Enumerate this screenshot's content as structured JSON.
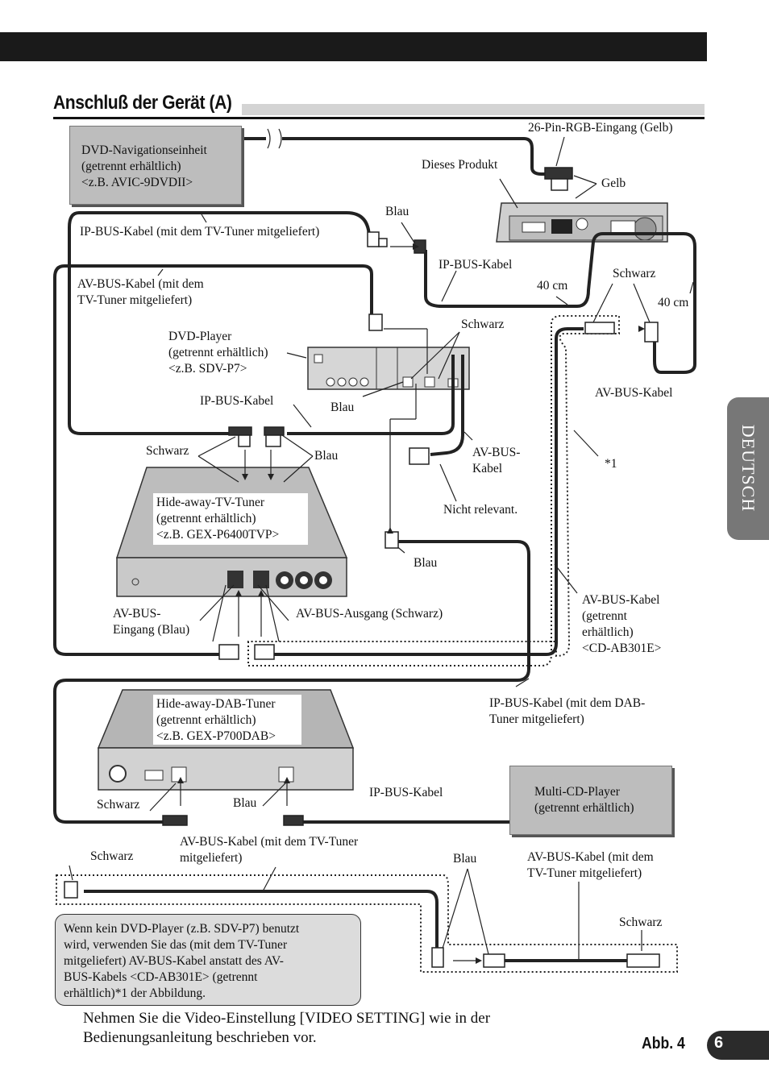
{
  "page": {
    "section_title": "Anschluß der Gerät (A)",
    "side_tab": "DEUTSCH",
    "page_number": "6",
    "figure_label": "Abb. 4",
    "instruction": "Nehmen Sie die Video-Einstellung [VIDEO SETTING] wie in der\nBedienungsanleitung beschrieben vor."
  },
  "boxes": {
    "dvd_nav": "DVD-Navigationseinheit\n(getrennt erhältlich)\n<z.B. AVIC-9DVDII>",
    "tv_tuner": "Hide-away-TV-Tuner\n(getrennt erhältlich)\n<z.B. GEX-P6400TVP>",
    "dab_tuner": "Hide-away-DAB-Tuner\n(getrennt erhältlich)\n<z.B. GEX-P700DAB>",
    "multi_cd": "Multi-CD-Player\n(getrennt erhältlich)",
    "note": "Wenn kein DVD-Player (z.B. SDV-P7) benutzt\nwird, verwenden Sie das (mit dem TV-Tuner\nmitgeliefert) AV-BUS-Kabel anstatt des AV-\nBUS-Kabels <CD-AB301E> (getrennt\nerhältlich)*1 der Abbildung."
  },
  "labels": {
    "rgb_input": "26-Pin-RGB-Eingang (Gelb)",
    "this_product": "Dieses Produkt",
    "yellow": "Gelb",
    "blue_top": "Blau",
    "ipbus_tv": "IP-BUS-Kabel (mit dem TV-Tuner mitgeliefert)",
    "ipbus_1": "IP-BUS-Kabel",
    "black_right": "Schwarz",
    "cm40_a": "40 cm",
    "cm40_b": "40 cm",
    "avbus_tv": "AV-BUS-Kabel (mit dem\nTV-Tuner mitgeliefert)",
    "black_dvd": "Schwarz",
    "dvd_player": "DVD-Player\n(getrennt erhältlich)\n<z.B. SDV-P7>",
    "avbus_right": "AV-BUS-Kabel",
    "ipbus_2": "IP-BUS-Kabel",
    "blue_dvd": "Blau",
    "black_tuner": "Schwarz",
    "blue_tuner": "Blau",
    "avbus_short": "AV-BUS-\nKabel",
    "star1": "*1",
    "not_relevant": "Nicht relevant.",
    "blue_mid": "Blau",
    "avbus_in": "AV-BUS-\nEingang (Blau)",
    "avbus_out": "AV-BUS-Ausgang (Schwarz)",
    "avbus_cd": "AV-BUS-Kabel\n(getrennt\nerhältlich)\n<CD-AB301E>",
    "ipbus_dab": "IP-BUS-Kabel (mit dem DAB-\nTuner mitgeliefert)",
    "black_dab": "Schwarz",
    "blue_dab": "Blau",
    "ipbus_3": "IP-BUS-Kabel",
    "black_bottom": "Schwarz",
    "avbus_tv2": "AV-BUS-Kabel (mit dem TV-Tuner\nmitgeliefert)",
    "blue_bottom": "Blau",
    "avbus_tv3": "AV-BUS-Kabel (mit dem\nTV-Tuner mitgeliefert)",
    "black_br": "Schwarz"
  }
}
